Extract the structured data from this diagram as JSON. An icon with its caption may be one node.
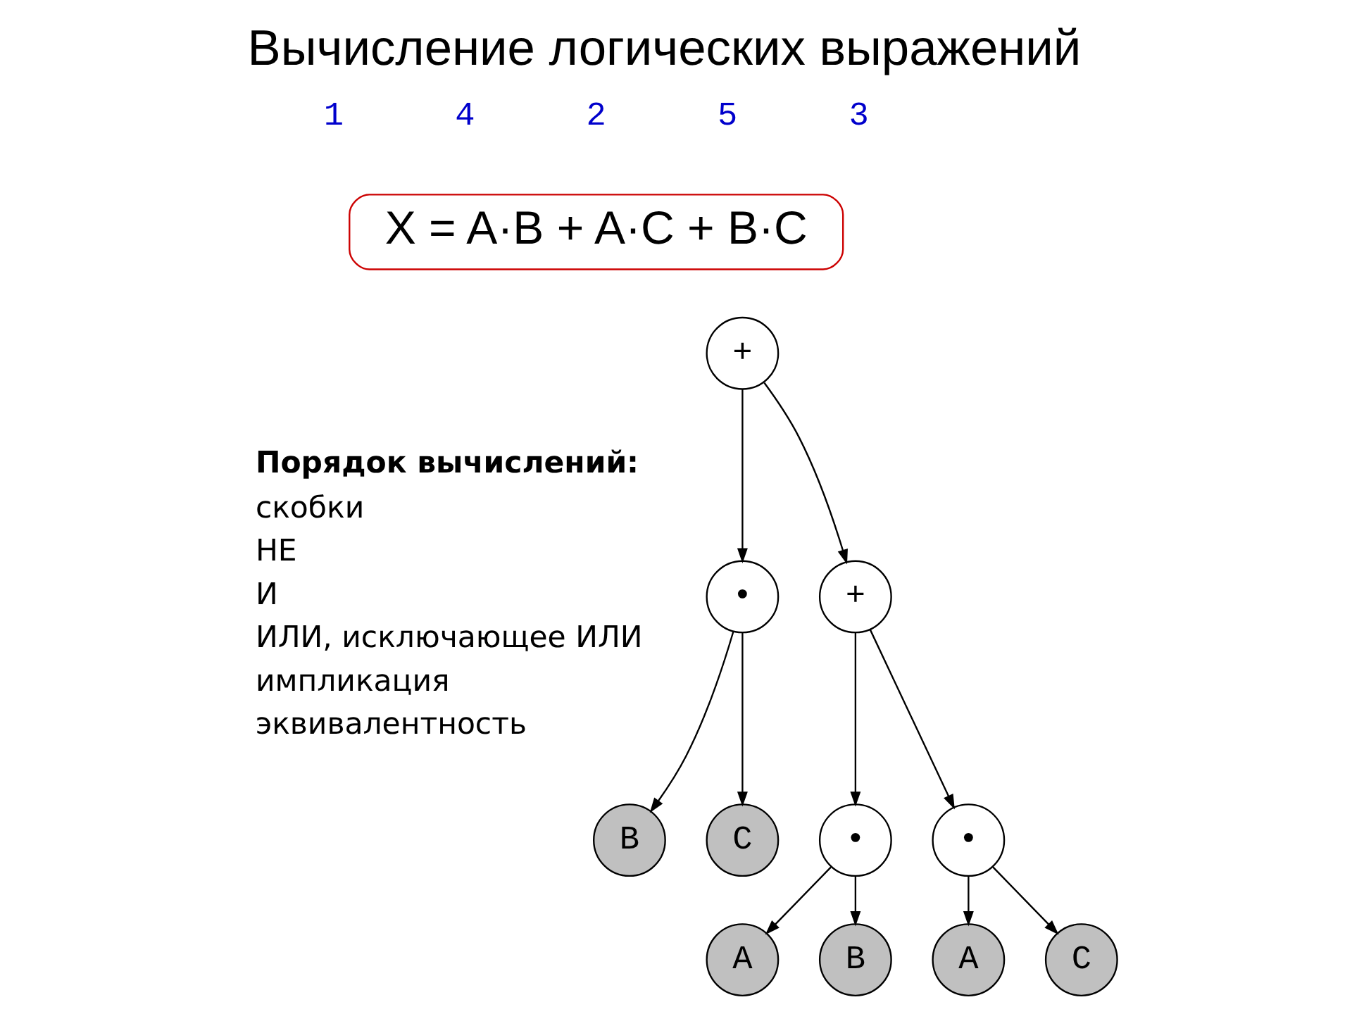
{
  "diagram": {
    "title": "Вычисление логических выражений",
    "nodes": [
      {
        "text": [
          "X = A·B + A·C + B·C"
        ]
      },
      {
        "text": [
          "+"
        ]
      },
      {
        "text": [
          "+"
        ]
      },
      {
        "text": [
          "•"
        ]
      },
      {
        "text": [
          "•"
        ]
      },
      {
        "text": [
          "•"
        ]
      },
      {
        "text": [
          "B"
        ]
      },
      {
        "text": [
          "C"
        ]
      },
      {
        "text": [
          "A"
        ]
      },
      {
        "text": [
          "B"
        ]
      },
      {
        "text": [
          "A"
        ]
      },
      {
        "text": [
          "C"
        ]
      }
    ],
    "edges": [
      {
        "from": 1,
        "to": 2,
        "arrow": "to"
      },
      {
        "from": 1,
        "to": 3,
        "arrow": "to"
      },
      {
        "from": 2,
        "to": 4,
        "arrow": "to"
      },
      {
        "from": 2,
        "to": 5,
        "arrow": "to"
      },
      {
        "from": 3,
        "to": 6,
        "arrow": "to"
      },
      {
        "from": 3,
        "to": 7,
        "arrow": "to"
      },
      {
        "from": 4,
        "to": 8,
        "arrow": "to"
      },
      {
        "from": 4,
        "to": 9,
        "arrow": "to"
      },
      {
        "from": 5,
        "to": 10,
        "arrow": "to"
      },
      {
        "from": 5,
        "to": 11,
        "arrow": "to"
      }
    ],
    "labels": [
      "1",
      "4",
      "2",
      "5",
      "3",
      "Порядок вычислений:",
      "скобки",
      "НЕ",
      "И",
      "ИЛИ, исключающее ИЛИ",
      "импликация",
      "эквивалентность"
    ]
  }
}
